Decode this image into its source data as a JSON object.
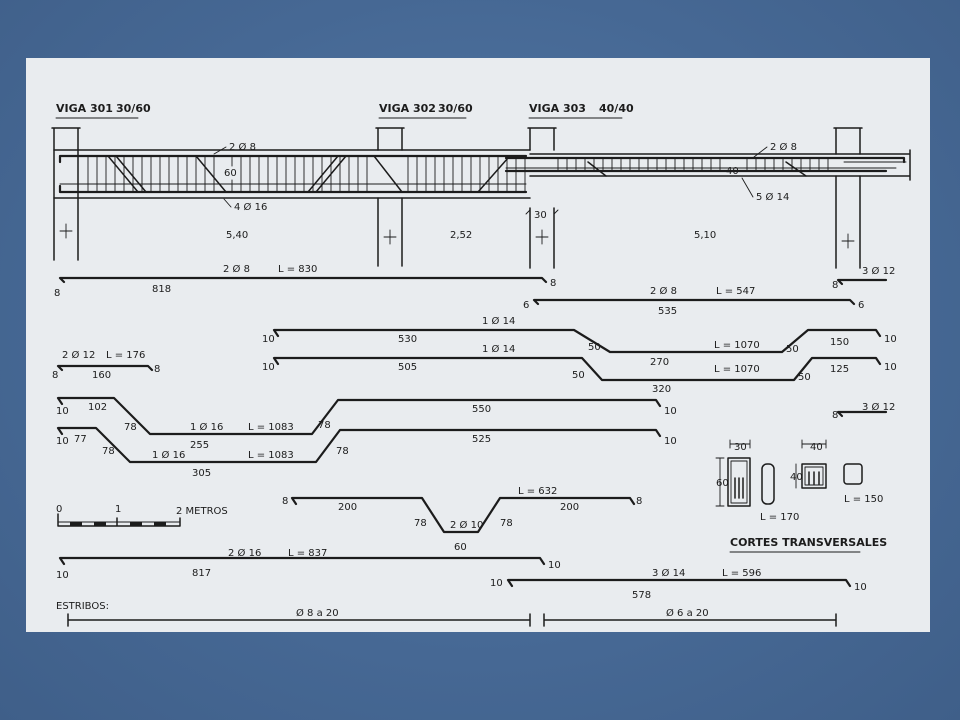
{
  "colors": {
    "slide_bg": "#4a6d98",
    "sheet_bg": "#e9ecef",
    "ink": "#1c1c1c"
  },
  "beams": [
    {
      "label": "VIGA 301",
      "section": "30/60"
    },
    {
      "label": "VIGA 302",
      "section": "30/60"
    },
    {
      "label": "VIGA 303",
      "section": "40/40"
    }
  ],
  "elevation": {
    "top_bars_left": "2 Ø 8",
    "bottom_bars_left": "4 Ø 16",
    "depth_left": "60",
    "top_bars_right": "2 Ø 8",
    "bottom_bars_right": "5 Ø 14",
    "depth_right": "40",
    "support_width": "30",
    "spans": [
      "5,40",
      "2,52",
      "5,10"
    ]
  },
  "bars": {
    "b1": {
      "spec": "2 Ø 8",
      "length": "L = 830",
      "straight": "818",
      "hook_l": "8",
      "hook_r": "8"
    },
    "b2": {
      "spec": "3 Ø 12",
      "hook": "8"
    },
    "b3": {
      "spec": "2 Ø 8",
      "length": "L = 547",
      "straight": "535",
      "hook_l": "6",
      "hook_r": "6"
    },
    "b4": {
      "spec": "1 Ø 14",
      "length": "L = 1070",
      "seg1": "530",
      "bend1": "50",
      "seg2": "270",
      "bend2": "50",
      "seg3": "150",
      "hook_l": "10",
      "hook_r": "10"
    },
    "b5": {
      "spec": "1 Ø 14",
      "length": "L = 1070",
      "seg1": "505",
      "bend1": "50",
      "seg2": "320",
      "bend2": "50",
      "seg3": "125",
      "hook_l": "10",
      "hook_r": "10"
    },
    "b6": {
      "spec": "2 Ø 12",
      "length": "L = 176",
      "straight": "160",
      "hook_l": "8",
      "hook_r": "8"
    },
    "b7": {
      "spec": "3 Ø 12",
      "hook": "8"
    },
    "b8": {
      "spec": "1 Ø 16",
      "length": "L = 1083",
      "seg1": "102",
      "bend1": "78",
      "seg2": "255",
      "bend2": "78",
      "seg3": "550",
      "hook_l": "10",
      "hook_r": "10"
    },
    "b9": {
      "spec": "1 Ø 16",
      "length": "L = 1083",
      "seg1": "77",
      "bend1": "78",
      "seg2": "305",
      "bend2": "78",
      "seg3": "525",
      "hook_l": "10",
      "hook_r": "10"
    },
    "b10": {
      "spec": "2 Ø 10",
      "length": "L = 632",
      "seg1": "200",
      "bend1": "78",
      "seg2": "60",
      "bend2": "78",
      "seg3": "200",
      "hook_l": "8",
      "hook_r": "8"
    },
    "b11": {
      "spec": "2 Ø 16",
      "length": "L = 837",
      "straight": "817",
      "hook_l": "10",
      "hook_r": "10"
    },
    "b12": {
      "spec": "3 Ø 14",
      "length": "L = 596",
      "straight": "578",
      "hook_l": "10",
      "hook_r": "10"
    }
  },
  "scale": {
    "ticks": [
      "0",
      "1",
      "2 METROS"
    ]
  },
  "sections": {
    "title": "CORTES TRANSVERSALES",
    "s1_width": "30",
    "s1_height": "60",
    "s1_length": "L = 170",
    "s2_width": "40",
    "s2_height": "40",
    "s2_length": "L = 150"
  },
  "stirrups": {
    "label": "ESTRIBOS:",
    "left": "Ø 8 a 20",
    "right": "Ø 6 a 20"
  }
}
